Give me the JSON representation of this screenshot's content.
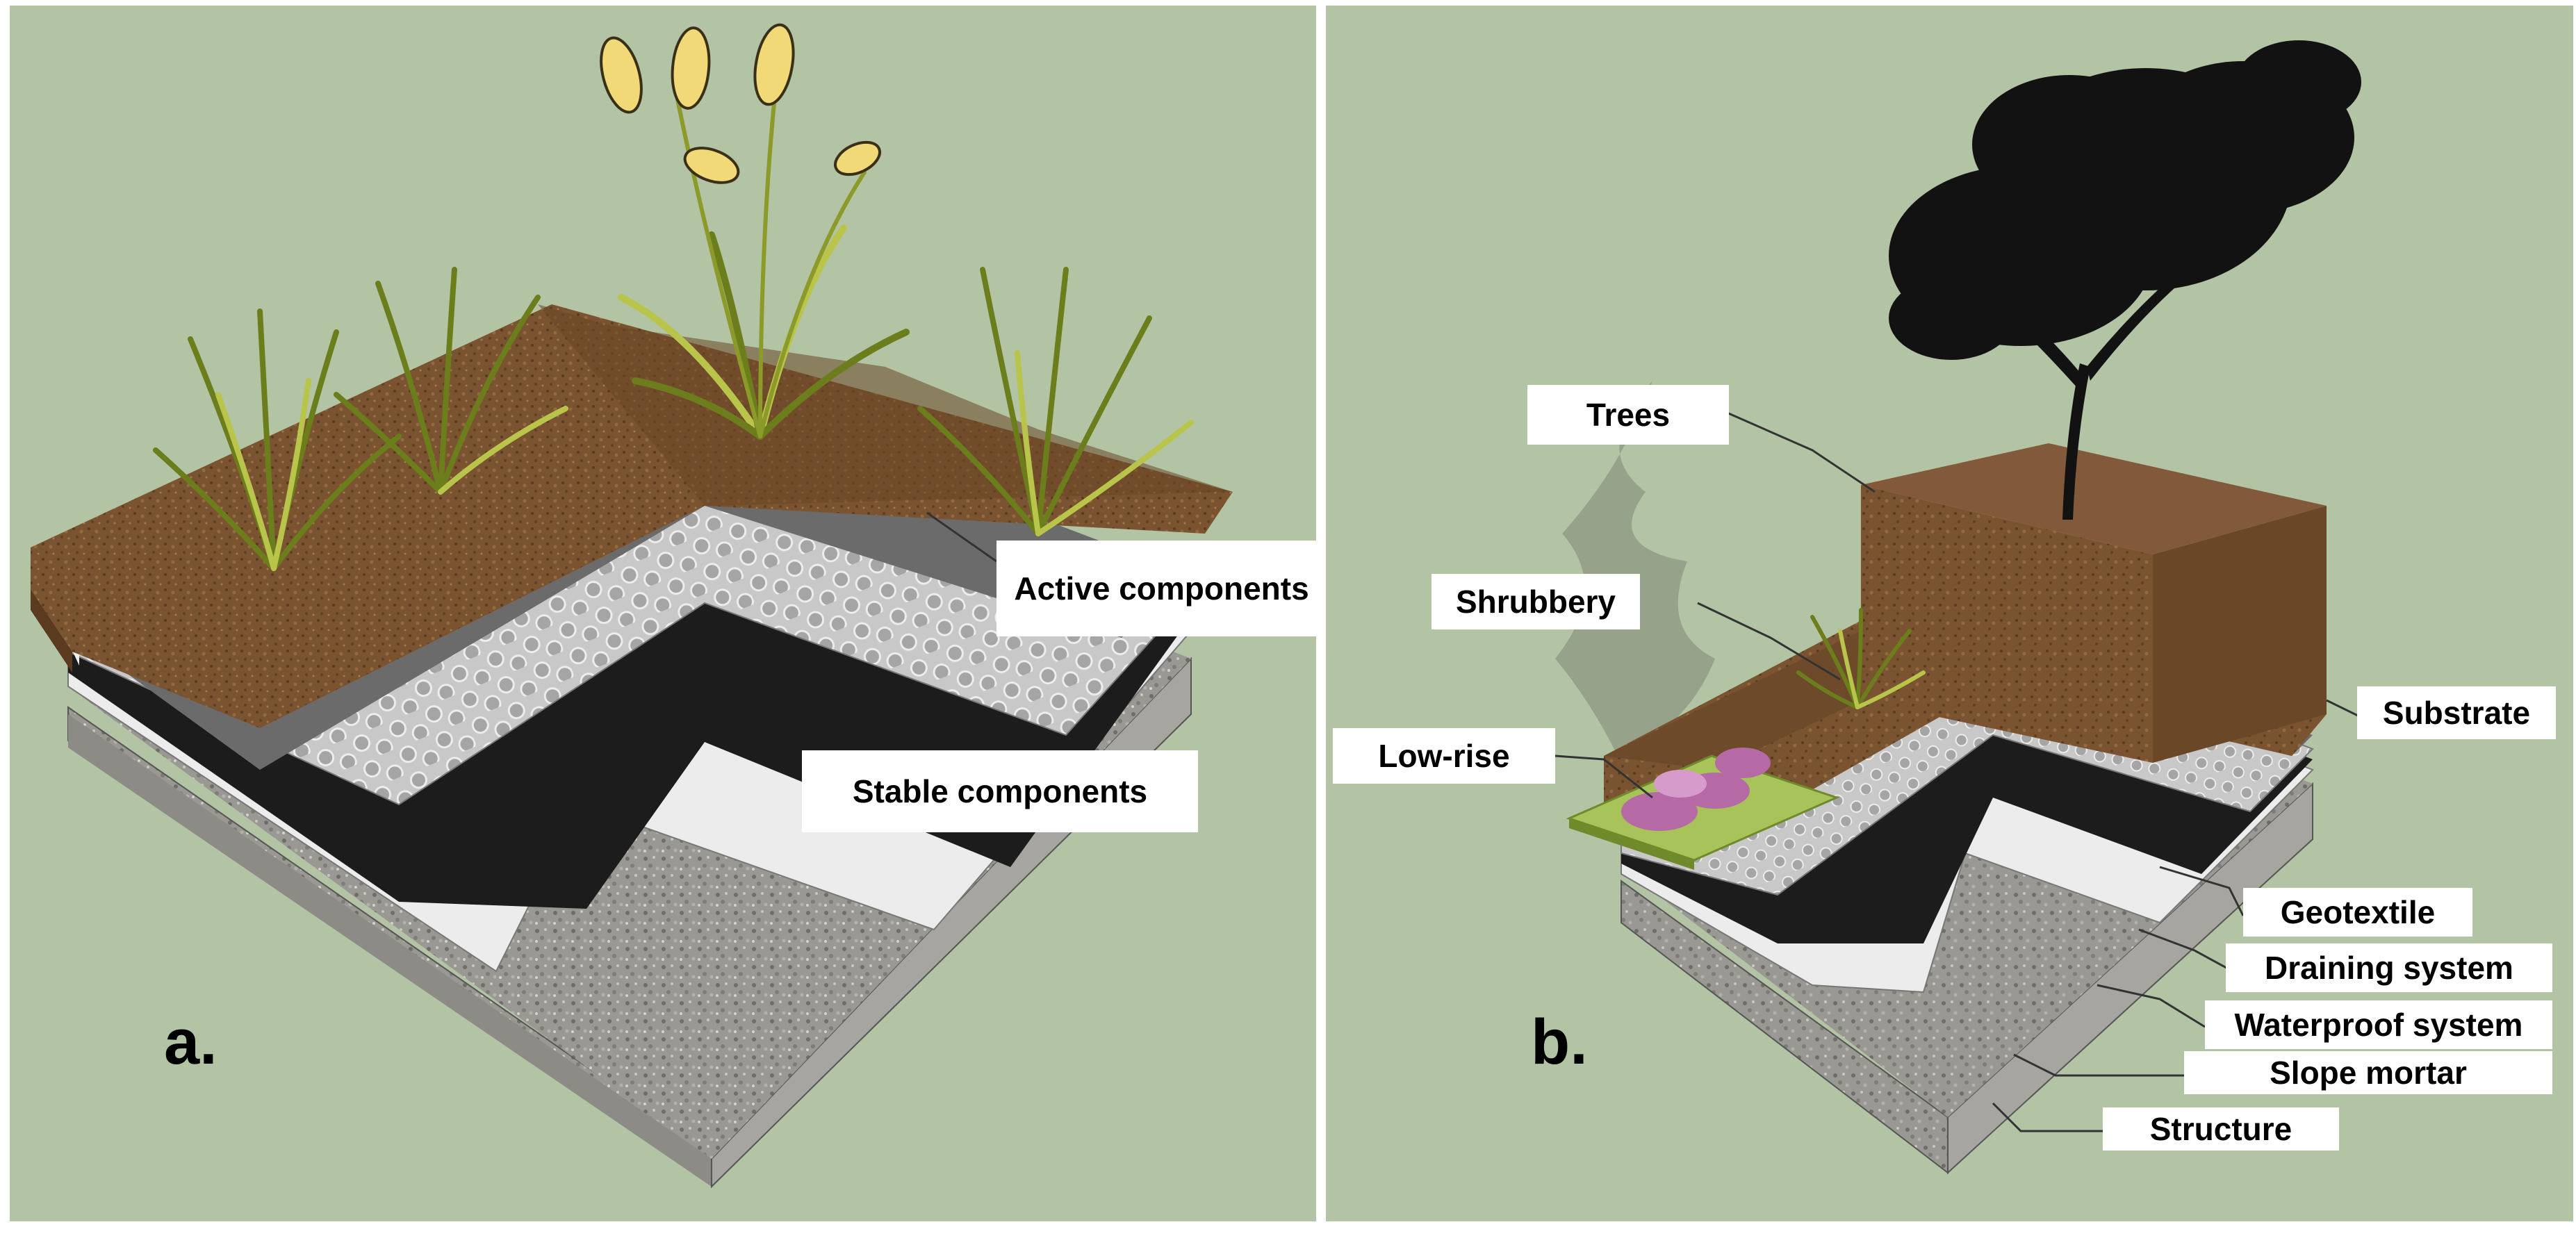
{
  "colors": {
    "background": "#b2c4a4",
    "soil": "#7a5330",
    "soil_dark": "#5b3b1f",
    "geotextile": "#6b6b6b",
    "drainage": "#c4c4c4",
    "waterproof": "#1c1c1c",
    "slope_mortar": "#ececec",
    "structure": "#9a9893",
    "grass": "#7d8c22",
    "grass_light": "#b9c44a",
    "flower": "#f2d978",
    "tree": "#121212",
    "shrub_flower": "#b56aa6"
  },
  "panel_a": {
    "letter": "a.",
    "labels": {
      "active": "Active components",
      "stable": "Stable components"
    }
  },
  "panel_b": {
    "letter": "b.",
    "labels": {
      "trees": "Trees",
      "shrubbery": "Shrubbery",
      "low_rise": "Low-rise",
      "substrate": "Substrate",
      "geotextile": "Geotextile",
      "draining": "Draining system",
      "waterproof": "Waterproof system",
      "slope_mortar": "Slope mortar",
      "structure": "Structure"
    }
  }
}
